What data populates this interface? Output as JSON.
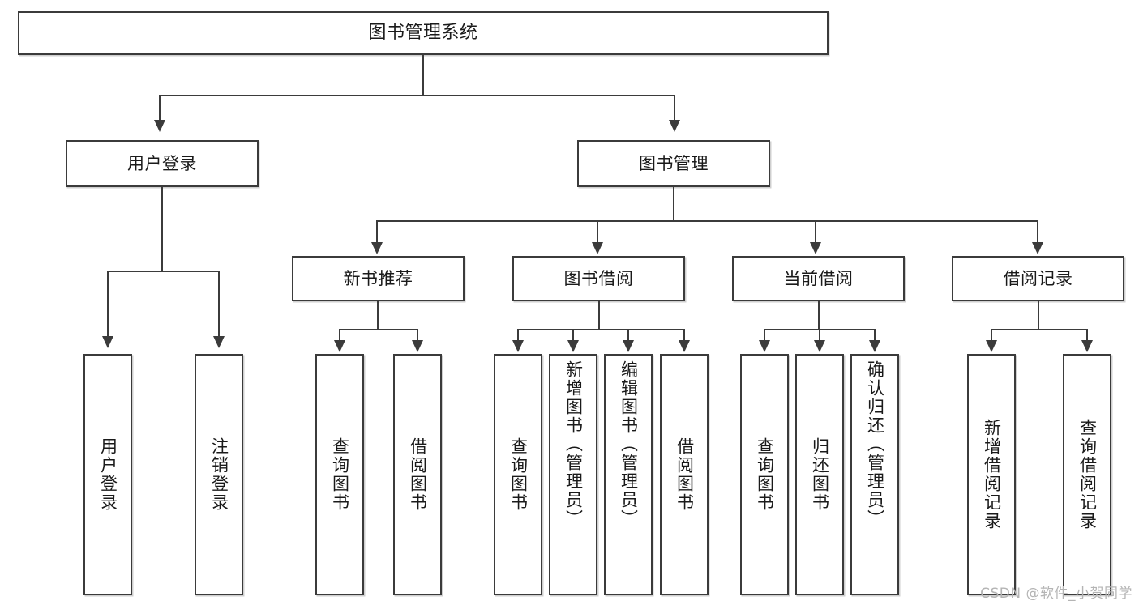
{
  "diagram": {
    "type": "tree",
    "title": "图书管理系统",
    "root": {
      "label": "图书管理系统"
    },
    "level1": [
      {
        "label": "用户登录"
      },
      {
        "label": "图书管理"
      }
    ],
    "level2": [
      {
        "label": "新书推荐"
      },
      {
        "label": "图书借阅"
      },
      {
        "label": "当前借阅"
      },
      {
        "label": "借阅记录"
      }
    ],
    "leaves": {
      "user_login": [
        {
          "label": "用户登录"
        },
        {
          "label": "注销登录"
        }
      ],
      "new_book_recommend": [
        {
          "label": "查询图书"
        },
        {
          "label": "借阅图书"
        }
      ],
      "book_borrow": [
        {
          "label": "查询图书"
        },
        {
          "label": "新增图书（管理员）"
        },
        {
          "label": "编辑图书（管理员）"
        },
        {
          "label": "借阅图书"
        }
      ],
      "current_borrow": [
        {
          "label": "查询图书"
        },
        {
          "label": "归还图书"
        },
        {
          "label": "确认归还（管理员）"
        }
      ],
      "borrow_record": [
        {
          "label": "新增借阅记录"
        },
        {
          "label": "查询借阅记录"
        }
      ]
    }
  },
  "watermark": {
    "text": "CSDN @软件_小贺同学"
  },
  "colors": {
    "stroke": "#3b3b3b",
    "fill": "#ffffff",
    "text": "#1a1a1a",
    "watermark": "#b4b4b4"
  }
}
